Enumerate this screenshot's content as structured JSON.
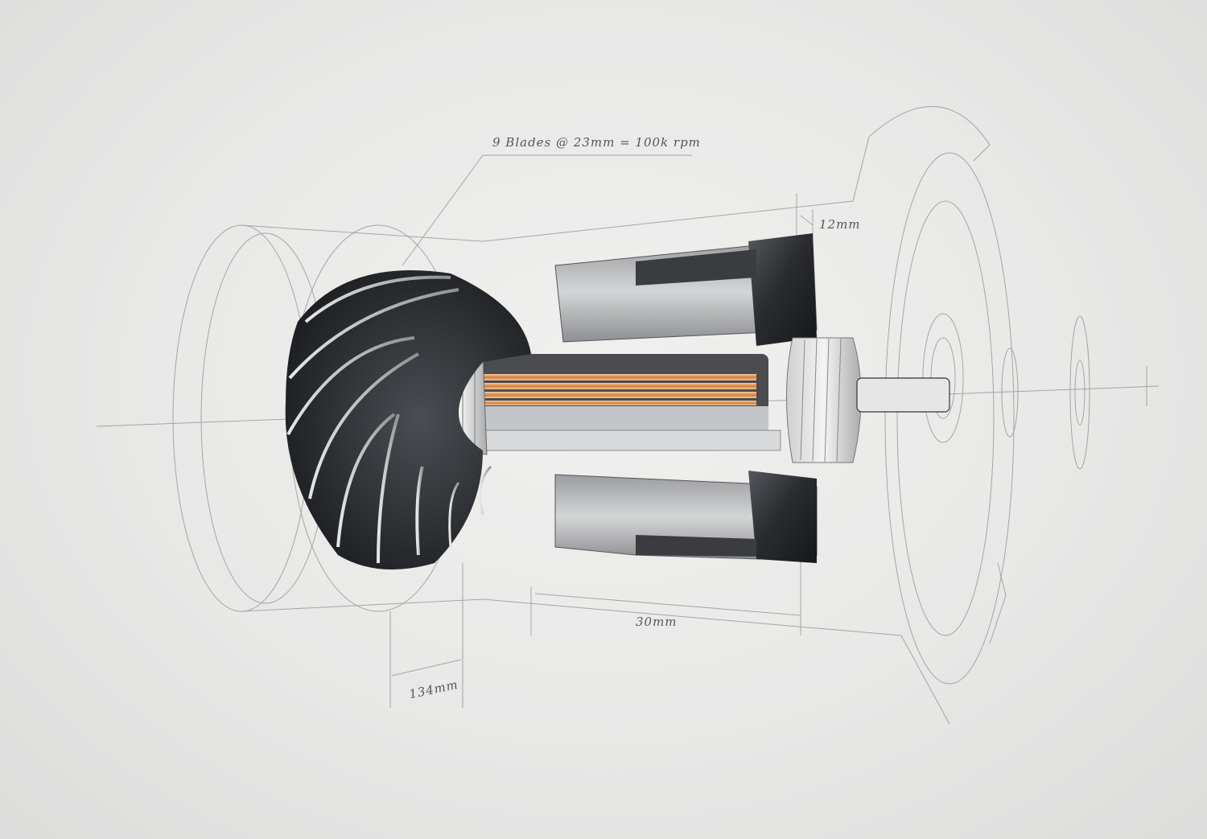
{
  "figure": {
    "title": "Motor cutaway technical illustration",
    "background_color": "#e9e9e8",
    "sketch_line_color": "#8a8a8a",
    "metal_dark": "#2e3034",
    "metal_light": "#c9cbcd",
    "copper_color": "#d98a4a"
  },
  "annotations": {
    "blades_spec": "9 Blades @ 23mm = 100k rpm",
    "gap_dim": "12mm",
    "stator_length": "30mm",
    "impeller_depth": "134mm"
  },
  "components": [
    {
      "name": "impeller",
      "blades": 9
    },
    {
      "name": "shaft-collar"
    },
    {
      "name": "copper-windings"
    },
    {
      "name": "stator-core"
    },
    {
      "name": "bearing"
    },
    {
      "name": "rear-shaft"
    },
    {
      "name": "housing-sketch"
    }
  ]
}
